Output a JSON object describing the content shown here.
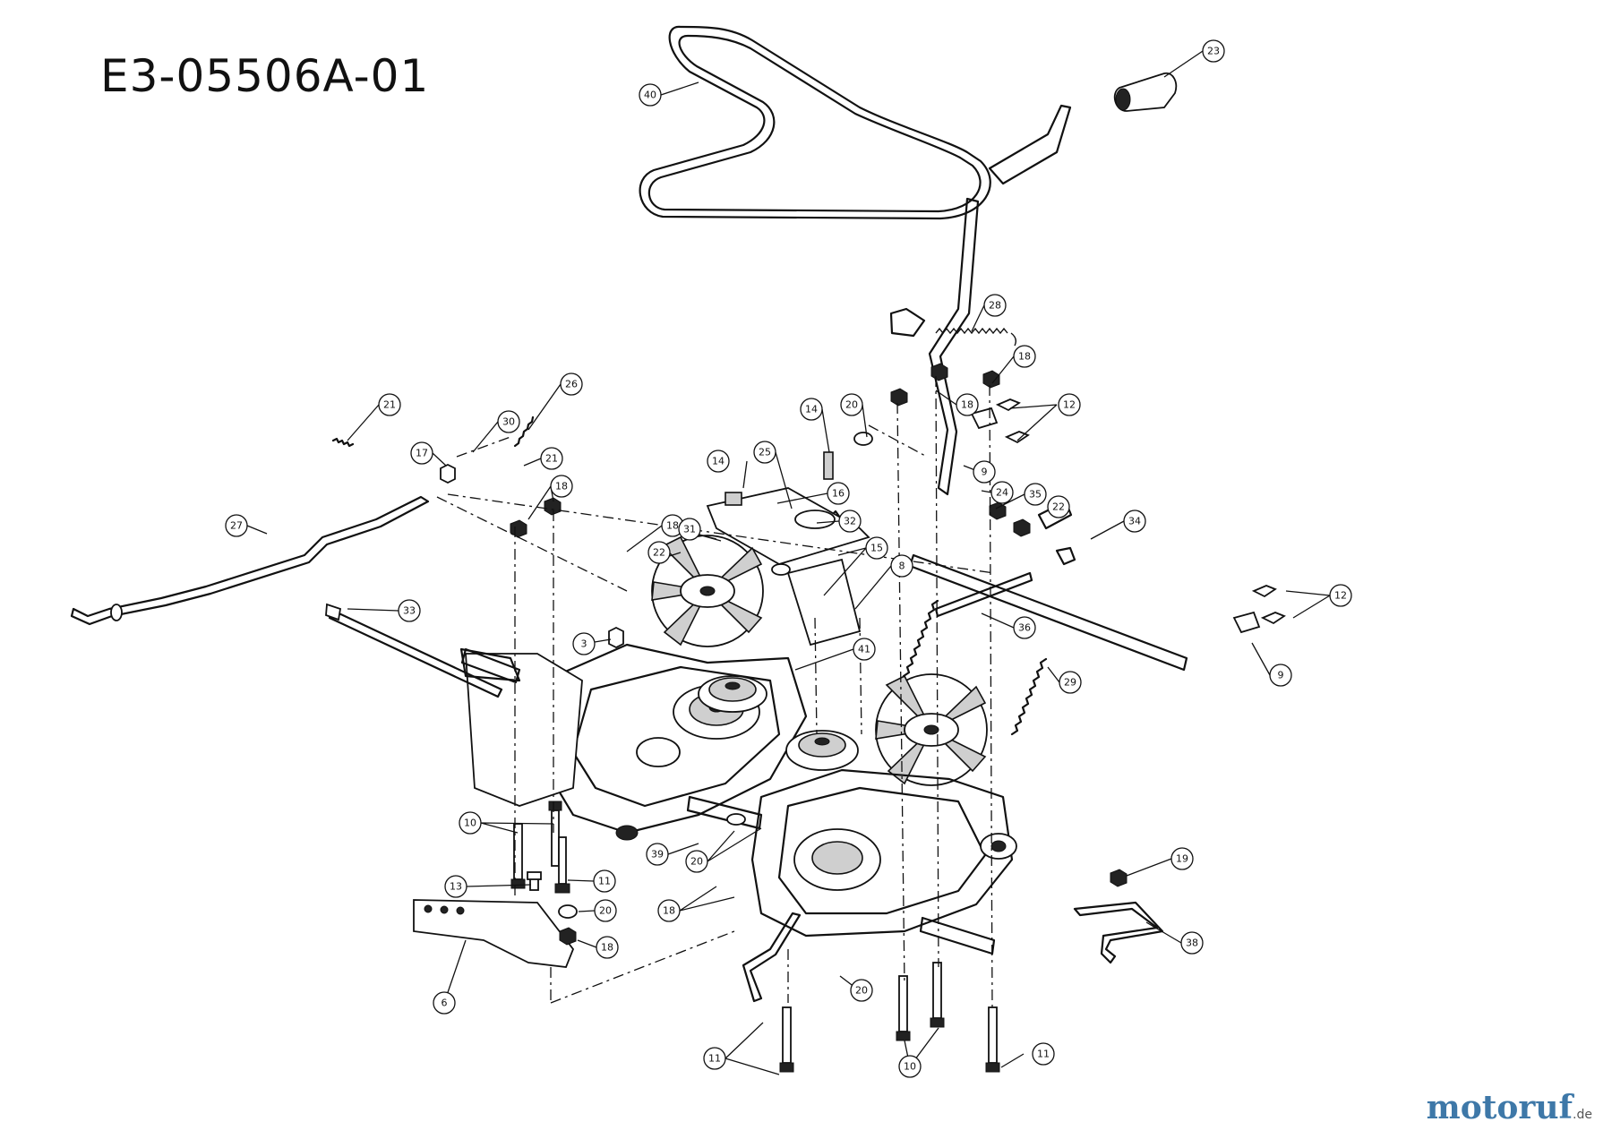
{
  "diagram": {
    "title": "E3-05506A-01",
    "logo": {
      "name": "motoruf",
      "tld": ".de"
    },
    "callouts": [
      {
        "id": "c-40",
        "label": "40"
      },
      {
        "id": "c-23",
        "label": "23"
      },
      {
        "id": "c-28-top",
        "label": "28"
      },
      {
        "id": "c-18-a",
        "label": "18"
      },
      {
        "id": "c-18-b",
        "label": "18"
      },
      {
        "id": "c-12-a",
        "label": "12"
      },
      {
        "id": "c-20-a",
        "label": "20"
      },
      {
        "id": "c-14-a",
        "label": "14"
      },
      {
        "id": "c-14-b",
        "label": "14"
      },
      {
        "id": "c-25",
        "label": "25"
      },
      {
        "id": "c-16",
        "label": "16"
      },
      {
        "id": "c-32",
        "label": "32"
      },
      {
        "id": "c-15",
        "label": "15"
      },
      {
        "id": "c-8",
        "label": "8"
      },
      {
        "id": "c-9-a",
        "label": "9"
      },
      {
        "id": "c-24",
        "label": "24"
      },
      {
        "id": "c-35",
        "label": "35"
      },
      {
        "id": "c-22-a",
        "label": "22"
      },
      {
        "id": "c-34",
        "label": "34"
      },
      {
        "id": "c-12-b",
        "label": "12"
      },
      {
        "id": "c-9-b",
        "label": "9"
      },
      {
        "id": "c-36",
        "label": "36"
      },
      {
        "id": "c-29",
        "label": "29"
      },
      {
        "id": "c-21-a",
        "label": "21"
      },
      {
        "id": "c-26",
        "label": "26"
      },
      {
        "id": "c-30",
        "label": "30"
      },
      {
        "id": "c-17",
        "label": "17"
      },
      {
        "id": "c-21-b",
        "label": "21"
      },
      {
        "id": "c-18-c",
        "label": "18"
      },
      {
        "id": "c-27",
        "label": "27"
      },
      {
        "id": "c-18-d",
        "label": "18"
      },
      {
        "id": "c-22-b",
        "label": "22"
      },
      {
        "id": "c-31",
        "label": "31"
      },
      {
        "id": "c-33",
        "label": "33"
      },
      {
        "id": "c-3",
        "label": "3"
      },
      {
        "id": "c-41",
        "label": "41"
      },
      {
        "id": "c-10-a",
        "label": "10"
      },
      {
        "id": "c-39",
        "label": "39"
      },
      {
        "id": "c-20-b",
        "label": "20"
      },
      {
        "id": "c-11-a",
        "label": "11"
      },
      {
        "id": "c-13",
        "label": "13"
      },
      {
        "id": "c-20-c",
        "label": "20"
      },
      {
        "id": "c-18-e",
        "label": "18"
      },
      {
        "id": "c-18-f",
        "label": "18"
      },
      {
        "id": "c-6",
        "label": "6"
      },
      {
        "id": "c-20-d",
        "label": "20"
      },
      {
        "id": "c-11-b",
        "label": "11"
      },
      {
        "id": "c-10-b",
        "label": "10"
      },
      {
        "id": "c-11-c",
        "label": "11"
      },
      {
        "id": "c-19",
        "label": "19"
      },
      {
        "id": "c-38",
        "label": "38"
      }
    ]
  }
}
